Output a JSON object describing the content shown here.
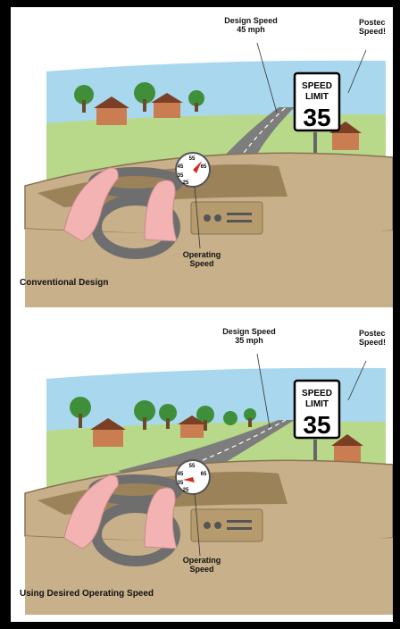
{
  "panels": [
    {
      "design_speed_label": "Design Speed",
      "design_speed_value": "45 mph",
      "posted_speed_label_1": "Postec",
      "posted_speed_label_2": "Speed!",
      "sign_line1": "SPEED",
      "sign_line2": "LIMIT",
      "sign_value": "35",
      "operating_speed_label_1": "Operating",
      "operating_speed_label_2": "Speed",
      "gauge_ticks": [
        "45",
        "55",
        "65",
        "35",
        "25"
      ],
      "caption": "Conventional Design"
    },
    {
      "design_speed_label": "Design Speed",
      "design_speed_value": "35 mph",
      "posted_speed_label_1": "Postec",
      "posted_speed_label_2": "Speed!",
      "sign_line1": "SPEED",
      "sign_line2": "LIMIT",
      "sign_value": "35",
      "operating_speed_label_1": "Operating",
      "operating_speed_label_2": "Speed",
      "gauge_ticks": [
        "45",
        "55",
        "65",
        "35",
        "25"
      ],
      "caption": "Using Desired Operating Speed"
    }
  ],
  "colors": {
    "sky": "#a9d8ee",
    "grass": "#b8d98a",
    "road": "#7d7d7d",
    "dash": "#c7b08a",
    "dash_dark": "#9b8259",
    "tree": "#3f8f3a",
    "house": "#c97d50",
    "roof": "#7b3f25",
    "hand": "#f3b3b3",
    "needle": "#d22d1f"
  }
}
